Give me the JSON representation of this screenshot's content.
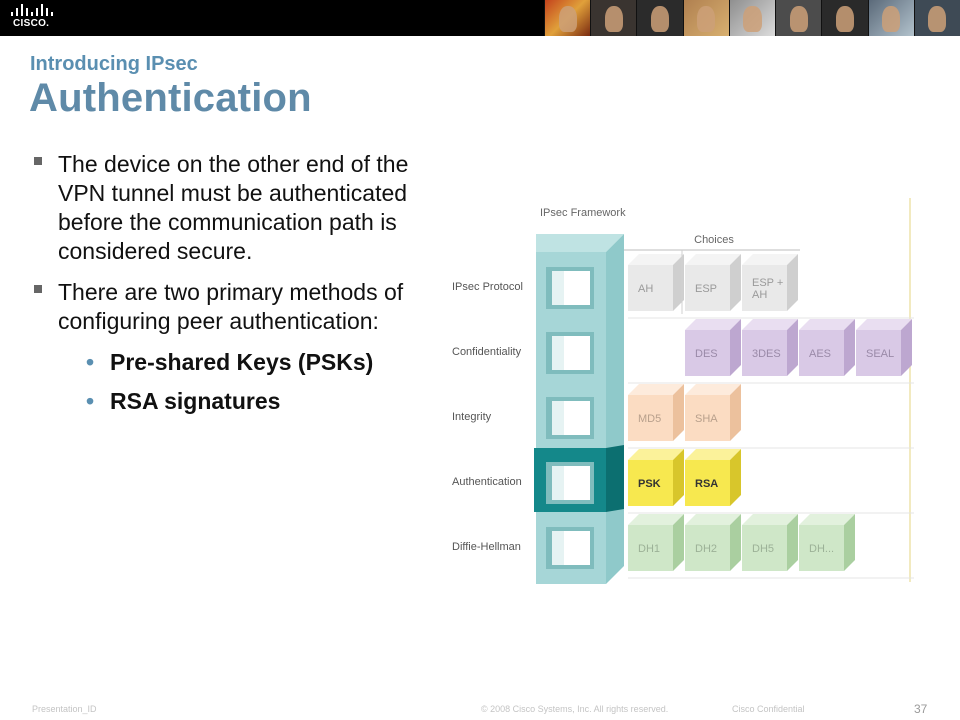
{
  "header": {
    "logo_text": "CISCO.",
    "photo_strip_count": 9
  },
  "slide": {
    "subtitle": "Introducing IPsec",
    "title": "Authentication",
    "bullets": [
      "The device on the other end of the VPN tunnel must be authenticated before the communication path is considered secure.",
      "There are two primary methods of configuring peer authentication:"
    ],
    "sub_bullets": [
      "Pre-shared Keys (PSKs)",
      "RSA signatures"
    ]
  },
  "diagram": {
    "framework_label": "IPsec Framework",
    "choices_label": "Choices",
    "rows": [
      {
        "label": "IPsec Protocol",
        "choices": [
          "AH",
          "ESP",
          "ESP +\nAH"
        ],
        "offset": 0,
        "face": "#e9e9e9",
        "side": "#cfcfcf",
        "top": "#f4f4f4",
        "text": "#9a9a9a"
      },
      {
        "label": "Confidentiality",
        "choices": [
          "DES",
          "3DES",
          "AES",
          "SEAL"
        ],
        "offset": 1,
        "face": "#d9c9e6",
        "side": "#bda7d0",
        "top": "#e9def1",
        "text": "#9a8aa8"
      },
      {
        "label": "Integrity",
        "choices": [
          "MD5",
          "SHA"
        ],
        "offset": 0,
        "face": "#fbdcc2",
        "side": "#ecc19d",
        "top": "#fdebdc",
        "text": "#b8a08c"
      },
      {
        "label": "Authentication",
        "choices": [
          "PSK",
          "RSA"
        ],
        "offset": 0,
        "face": "#f7e84f",
        "side": "#d8c62b",
        "top": "#fbf29a",
        "text": "#333333",
        "highlight": true
      },
      {
        "label": "Diffie-Hellman",
        "choices": [
          "DH1",
          "DH2",
          "DH5",
          "DH..."
        ],
        "offset": 0,
        "face": "#cfe7c8",
        "side": "#aacfa0",
        "top": "#e2f1dd",
        "text": "#9cb197"
      }
    ]
  },
  "footer": {
    "presentation_id": "Presentation_ID",
    "copyright": "© 2008 Cisco Systems, Inc. All rights reserved.",
    "confidential": "Cisco Confidential",
    "page_number": "37"
  }
}
